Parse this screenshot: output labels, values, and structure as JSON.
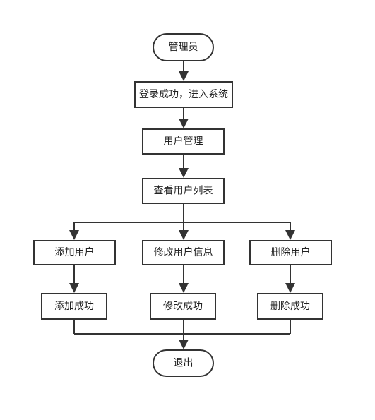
{
  "flowchart": {
    "nodes": {
      "admin": "管理员",
      "login": "登录成功，进入系统",
      "user_mgmt": "用户管理",
      "view_list": "查看用户列表",
      "add_user": "添加用户",
      "edit_user": "修改用户信息",
      "delete_user": "删除用户",
      "add_success": "添加成功",
      "edit_success": "修改成功",
      "delete_success": "删除成功",
      "exit": "退出"
    }
  }
}
